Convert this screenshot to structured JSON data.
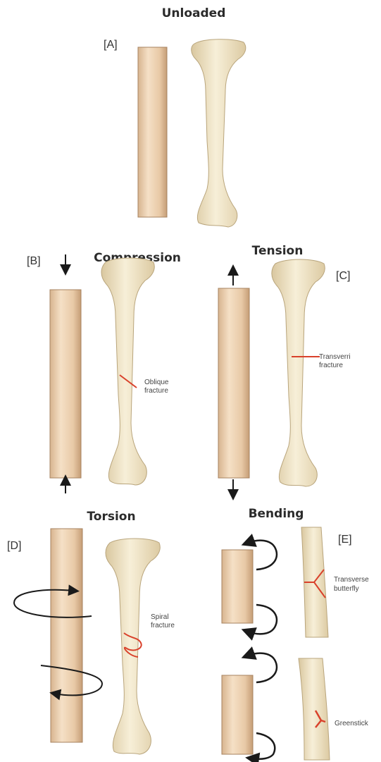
{
  "titles": {
    "unloaded": "Unloaded",
    "compression": "Compression",
    "tension": "Tension",
    "torsion": "Torsion",
    "bending": "Bending"
  },
  "panels": {
    "a": "[A]",
    "b": "[B]",
    "c": "[C]",
    "d": "[D]",
    "e": "[E]"
  },
  "fractures": {
    "oblique_1": "Oblique",
    "oblique_2": "fracture",
    "transverse_1": "Transverri",
    "transverse_2": "fracture",
    "spiral_1": "Spiral",
    "spiral_2": "fracture",
    "butterfly_1": "Transverse",
    "butterfly_2": "butterfly",
    "greenstick": "Greenstick"
  },
  "colors": {
    "bar_light": "#f3dcc0",
    "bar_dark": "#c9a27c",
    "bone": "#efe3c4",
    "fracture": "#d9412b",
    "arrow": "#1a1a1a"
  }
}
